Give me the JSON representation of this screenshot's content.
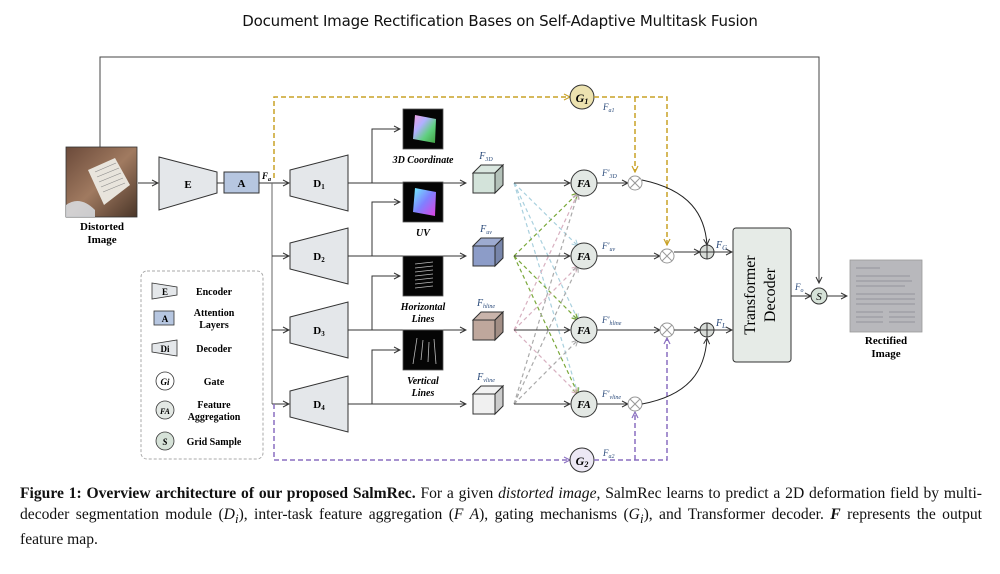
{
  "figure": {
    "title": "Document Image Rectification Bases on Self-Adaptive Multitask Fusion",
    "input": {
      "label_line1": "Distorted",
      "label_line2": "Image"
    },
    "output": {
      "label_line1": "Rectified",
      "label_line2": "Image"
    },
    "encoder": {
      "label": "E"
    },
    "attention": {
      "label": "A"
    },
    "fa_label": "F",
    "fa_sub": "a",
    "decoders": [
      {
        "label": "D",
        "sub": "1",
        "task_line1": "3D Coordinate",
        "task_line2": "",
        "feature": "F",
        "feature_sub": "3D",
        "fprime_sub": "3D",
        "color": "#d3e3da"
      },
      {
        "label": "D",
        "sub": "2",
        "task_line1": "UV",
        "task_line2": "",
        "feature": "F",
        "feature_sub": "uv",
        "fprime_sub": "uv",
        "color": "#8c9cc8"
      },
      {
        "label": "D",
        "sub": "3",
        "task_line1": "Horizontal",
        "task_line2": "Lines",
        "feature": "F",
        "feature_sub": "hline",
        "fprime_sub": "hline",
        "color": "#bfa79c"
      },
      {
        "label": "D",
        "sub": "4",
        "task_line1": "Vertical",
        "task_line2": "Lines",
        "feature": "F",
        "feature_sub": "vline",
        "fprime_sub": "vline",
        "color": "#f0f0f0"
      }
    ],
    "fa_node_label": "FA",
    "fprime_prefix": "F'",
    "gates": [
      {
        "label": "G",
        "sub": "1",
        "out": "F",
        "out_sub": "a1",
        "color": "#c9a227"
      },
      {
        "label": "G",
        "sub": "2",
        "out": "F",
        "out_sub": "a2",
        "color": "#8a6fc0"
      }
    ],
    "fusion": {
      "fg": "F",
      "fg_sub": "G",
      "fl": "F",
      "fl_sub": "L"
    },
    "transformer": {
      "line1": "Transformer",
      "line2": "Decoder"
    },
    "fo": {
      "label": "F",
      "sub": "o"
    },
    "grid_sample_node": "S",
    "legend": [
      {
        "icon": "encoder-shape",
        "glyph": "E",
        "label_line1": "Encoder",
        "label_line2": ""
      },
      {
        "icon": "attention-box",
        "glyph": "A",
        "label_line1": "Attention",
        "label_line2": "Layers"
      },
      {
        "icon": "decoder-shape",
        "glyph": "Di",
        "label_line1": "Decoder",
        "label_line2": ""
      },
      {
        "icon": "gate-circle",
        "glyph": "Gi",
        "label_line1": "Gate",
        "label_line2": ""
      },
      {
        "icon": "fa-circle",
        "glyph": "FA",
        "label_line1": "Feature",
        "label_line2": "Aggregation"
      },
      {
        "icon": "grid-sample-circle",
        "glyph": "S",
        "label_line1": "Grid Sample",
        "label_line2": ""
      }
    ]
  },
  "caption": {
    "bold": "Figure 1: Overview architecture of our proposed SalmRec.",
    "t1": " For a given ",
    "i1": "distorted image",
    "t2": ", SalmRec learns to predict a 2D deformation field by multi-decoder segmentation module (",
    "m1": "D",
    "m1sub": "i",
    "t3": "), inter-task feature aggregation (",
    "m2": "F A",
    "t4": "), gating mechanisms (",
    "m3": "G",
    "m3sub": "i",
    "t5": "), and Transformer decoder. ",
    "m4": "F",
    "t6": " represents the output feature map."
  }
}
